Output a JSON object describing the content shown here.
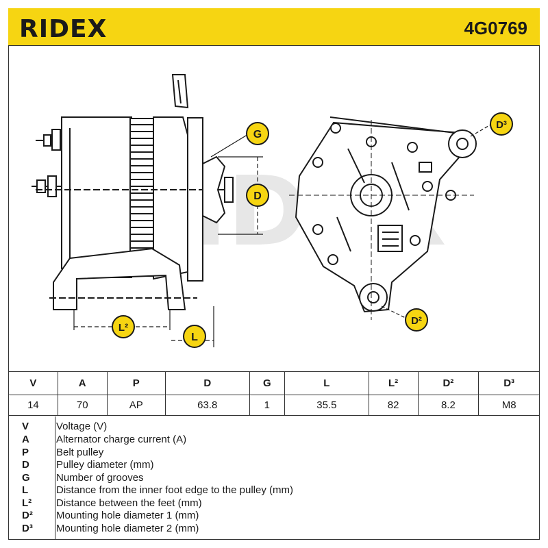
{
  "header": {
    "brand": "RIDEX",
    "part_number": "4G0769"
  },
  "callouts": {
    "g": "G",
    "d": "D",
    "l2": "L²",
    "l": "L",
    "d3": "D³",
    "d2": "D²"
  },
  "specs": {
    "columns": [
      "V",
      "A",
      "P",
      "D",
      "G",
      "L",
      "L²",
      "D²",
      "D³"
    ],
    "values": [
      "14",
      "70",
      "AP",
      "63.8",
      "1",
      "35.5",
      "82",
      "8.2",
      "M8"
    ]
  },
  "legend": [
    {
      "code": "V",
      "desc": "Voltage (V)"
    },
    {
      "code": "A",
      "desc": "Alternator charge current (A)"
    },
    {
      "code": "P",
      "desc": "Belt pulley"
    },
    {
      "code": "D",
      "desc": "Pulley diameter (mm)"
    },
    {
      "code": "G",
      "desc": "Number of grooves"
    },
    {
      "code": "L",
      "desc": "Distance from the inner foot edge to the pulley (mm)"
    },
    {
      "code": "L²",
      "desc": "Distance between the feet (mm)"
    },
    {
      "code": "D²",
      "desc": "Mounting hole diameter 1 (mm)"
    },
    {
      "code": "D³",
      "desc": "Mounting hole diameter 2 (mm)"
    }
  ],
  "colors": {
    "brand_yellow": "#f6d512",
    "callout_fill": "#1a1a1a",
    "line": "#1a1a1a"
  }
}
